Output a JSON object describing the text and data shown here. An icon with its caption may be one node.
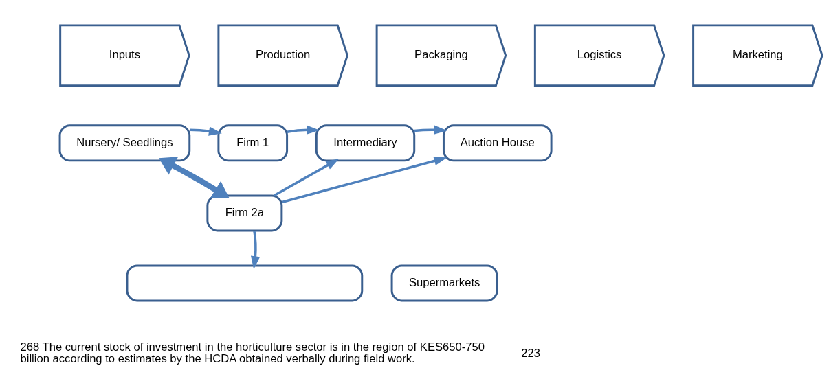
{
  "diagram": {
    "nodes": [
      {
        "text": [
          "Inputs"
        ]
      },
      {
        "text": [
          "Production"
        ]
      },
      {
        "text": [
          "Packaging"
        ]
      },
      {
        "text": [
          "Logistics"
        ]
      },
      {
        "text": [
          "Marketing"
        ]
      },
      {
        "text": [
          "Nursery/ Seedlings"
        ]
      },
      {
        "text": [
          "Firm 1"
        ]
      },
      {
        "text": [
          "Intermediary"
        ]
      },
      {
        "text": [
          "Auction House"
        ]
      },
      {
        "text": [
          "Firm 2a"
        ]
      },
      {
        "text": [],
        "shape": "box"
      },
      {
        "text": [
          "Supermarkets"
        ]
      }
    ],
    "edges": [
      {
        "from": 5,
        "to": 6,
        "arrow": "to"
      },
      {
        "from": 6,
        "to": 7,
        "arrow": "to"
      },
      {
        "from": 7,
        "to": 8,
        "arrow": "to"
      },
      {
        "from": 9,
        "to": 7,
        "arrow": "to"
      },
      {
        "from": 9,
        "to": 8,
        "arrow": "to"
      },
      {
        "from": 9,
        "to": 10,
        "arrow": "to"
      },
      {
        "from": 5,
        "to": 9,
        "arrow": "both",
        "style": "thick"
      }
    ],
    "labels": [
      "268 The current stock of investment in the horticulture sector is in the region of KES650-750 billion according to estimates by the HCDA obtained verbally during field work.",
      "223"
    ]
  }
}
